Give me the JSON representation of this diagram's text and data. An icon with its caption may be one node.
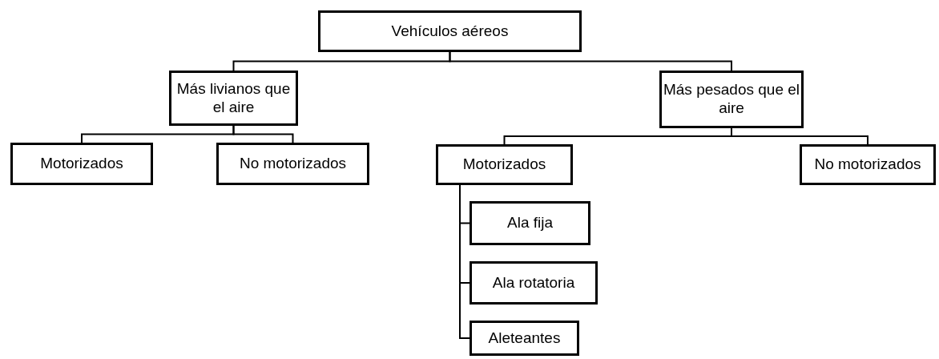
{
  "diagram": {
    "nodes": [
      {
        "text": [
          "Vehículos aéreos"
        ]
      },
      {
        "text": [
          "Más livianos que el aire"
        ]
      },
      {
        "text": [
          "Motorizados"
        ]
      },
      {
        "text": [
          "No motorizados"
        ]
      },
      {
        "text": [
          "Más pesados que el aire"
        ]
      },
      {
        "text": [
          "Motorizados"
        ]
      },
      {
        "text": [
          "No motorizados"
        ]
      },
      {
        "text": [
          "Ala fija"
        ]
      },
      {
        "text": [
          "Ala rotatoria"
        ]
      },
      {
        "text": [
          "Aleteantes"
        ]
      }
    ],
    "edges": [
      {
        "from": 0,
        "to": 1,
        "arrow": "none"
      },
      {
        "from": 0,
        "to": 4,
        "arrow": "none"
      },
      {
        "from": 1,
        "to": 2,
        "arrow": "none"
      },
      {
        "from": 1,
        "to": 3,
        "arrow": "none"
      },
      {
        "from": 4,
        "to": 5,
        "arrow": "none"
      },
      {
        "from": 4,
        "to": 6,
        "arrow": "none"
      },
      {
        "from": 5,
        "to": 7,
        "arrow": "none"
      },
      {
        "from": 5,
        "to": 8,
        "arrow": "none"
      },
      {
        "from": 5,
        "to": 9,
        "arrow": "none"
      }
    ]
  }
}
